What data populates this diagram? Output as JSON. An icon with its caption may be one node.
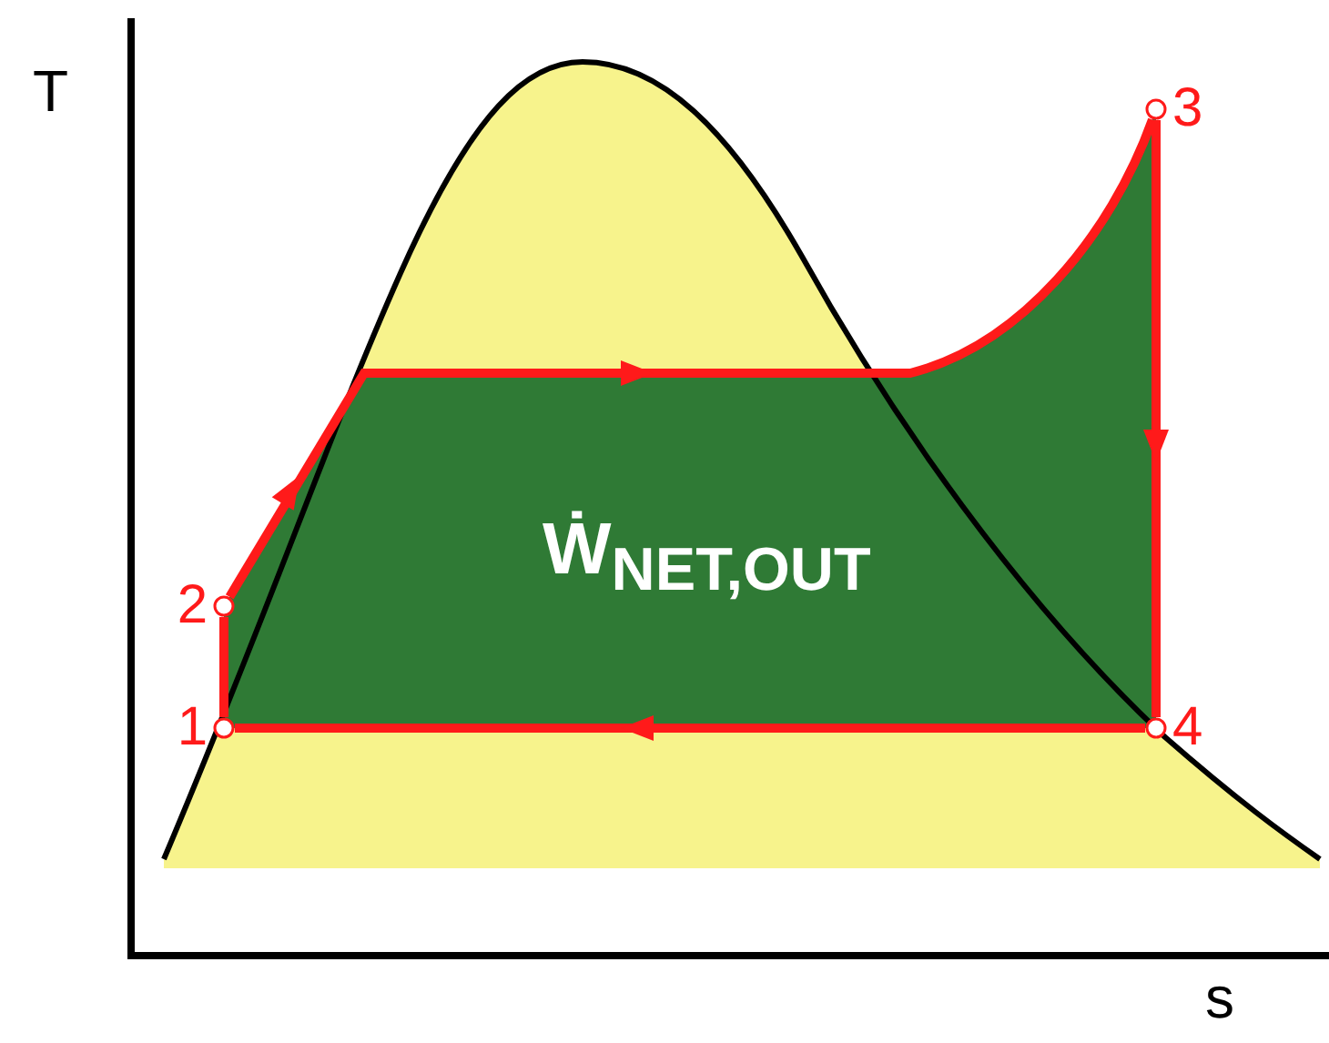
{
  "diagram": {
    "nodes": [
      {
        "text": [
          "1"
        ]
      },
      {
        "text": [
          "2"
        ]
      },
      {
        "text": [
          "3"
        ]
      },
      {
        "text": [
          "4"
        ]
      }
    ],
    "edges": [
      {
        "from": 0,
        "to": 1,
        "arrow": "none"
      },
      {
        "from": 1,
        "to": 2,
        "arrow": "to"
      },
      {
        "from": 2,
        "to": 3,
        "arrow": "to"
      },
      {
        "from": 3,
        "to": 0,
        "arrow": "to"
      }
    ],
    "labels": [
      "T",
      "Ẇ$_{NET,OUT}$",
      "s"
    ]
  }
}
